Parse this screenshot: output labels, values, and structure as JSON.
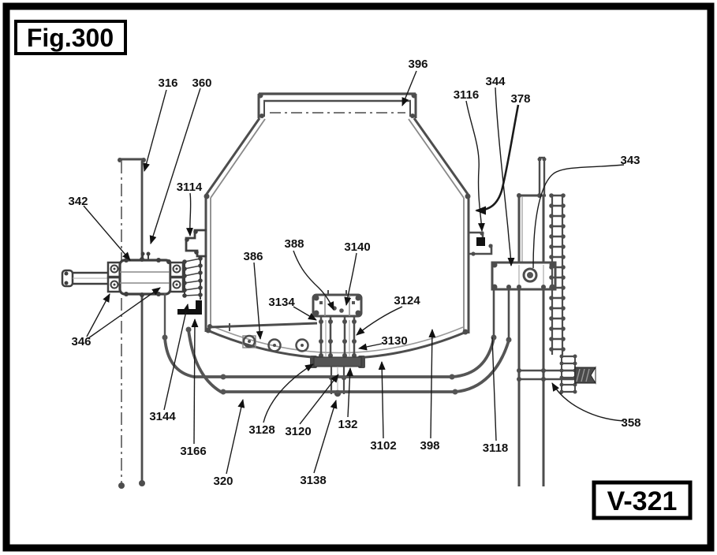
{
  "figure_label": "Fig.300",
  "drawing_number": "V-321",
  "colors": {
    "ink": "#1a1a1a",
    "main_line": "#4d4d4d",
    "light_line": "#999999",
    "dark_fill": "#555555",
    "background": "#ffffff"
  },
  "part_labels": [
    {
      "id": "316",
      "text": "316"
    },
    {
      "id": "360",
      "text": "360"
    },
    {
      "id": "396",
      "text": "396"
    },
    {
      "id": "3116",
      "text": "3116"
    },
    {
      "id": "344",
      "text": "344"
    },
    {
      "id": "378",
      "text": "378"
    },
    {
      "id": "343",
      "text": "343"
    },
    {
      "id": "342",
      "text": "342"
    },
    {
      "id": "3114",
      "text": "3114"
    },
    {
      "id": "346",
      "text": "346"
    },
    {
      "id": "386",
      "text": "386"
    },
    {
      "id": "388",
      "text": "388"
    },
    {
      "id": "3140",
      "text": "3140"
    },
    {
      "id": "3134",
      "text": "3134"
    },
    {
      "id": "3124",
      "text": "3124"
    },
    {
      "id": "3130",
      "text": "3130"
    },
    {
      "id": "3144",
      "text": "3144"
    },
    {
      "id": "3166",
      "text": "3166"
    },
    {
      "id": "320",
      "text": "320"
    },
    {
      "id": "3128",
      "text": "3128"
    },
    {
      "id": "3120",
      "text": "3120"
    },
    {
      "id": "132",
      "text": "132"
    },
    {
      "id": "3138",
      "text": "3138"
    },
    {
      "id": "3102",
      "text": "3102"
    },
    {
      "id": "398",
      "text": "398"
    },
    {
      "id": "3118",
      "text": "3118"
    },
    {
      "id": "358",
      "text": "358"
    }
  ]
}
